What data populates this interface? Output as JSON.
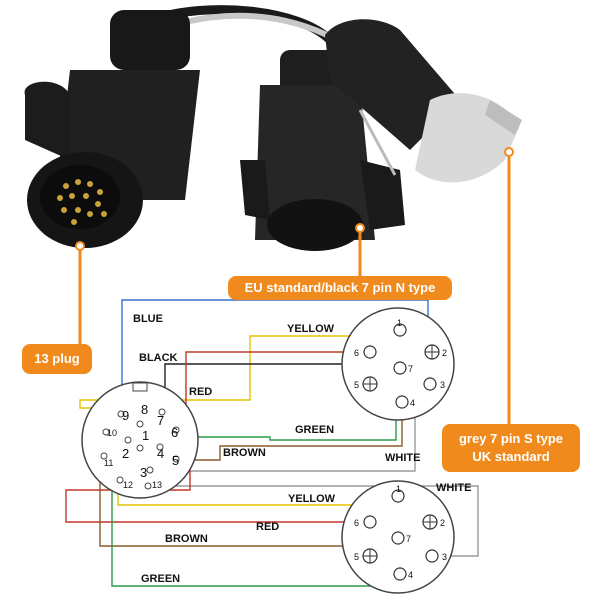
{
  "callouts": {
    "eu_standard": "EU standard/black 7 pin N type",
    "plug_13": "13 plug",
    "uk_line1": "grey 7 pin S type",
    "uk_line2": "UK standard"
  },
  "wire_labels": {
    "blue": "BLUE",
    "yellow_top": "YELLOW",
    "black": "BLACK",
    "red_top": "RED",
    "green_top": "GREEN",
    "brown_top": "BROWN",
    "white_top": "WHITE",
    "white_bottom": "WHITE",
    "yellow_bottom": "YELLOW",
    "red_bottom": "RED",
    "brown_bottom": "BROWN",
    "green_bottom": "GREEN"
  },
  "pins_13": {
    "p1": "1",
    "p2": "2",
    "p3": "3",
    "p4": "4",
    "p5": "5",
    "p6": "6",
    "p7": "7",
    "p8": "8",
    "p9": "9",
    "p10": "10",
    "p11": "11",
    "p12": "12",
    "p13": "13"
  },
  "pins_eu": {
    "p1": "1",
    "p2": "2",
    "p3": "3",
    "p4": "4",
    "p5": "5",
    "p6": "6",
    "p7": "7"
  },
  "pins_uk": {
    "p1": "1",
    "p2": "2",
    "p3": "3",
    "p4": "4",
    "p5": "5",
    "p6": "6",
    "p7": "7"
  },
  "colors": {
    "callout": "#f08a1c",
    "blue": "#3b6fd1",
    "yellow": "#e3c400",
    "black": "#222222",
    "red": "#c0392b",
    "green": "#2e9b47",
    "brown": "#8a5a2b",
    "white": "#9a9a9a"
  }
}
